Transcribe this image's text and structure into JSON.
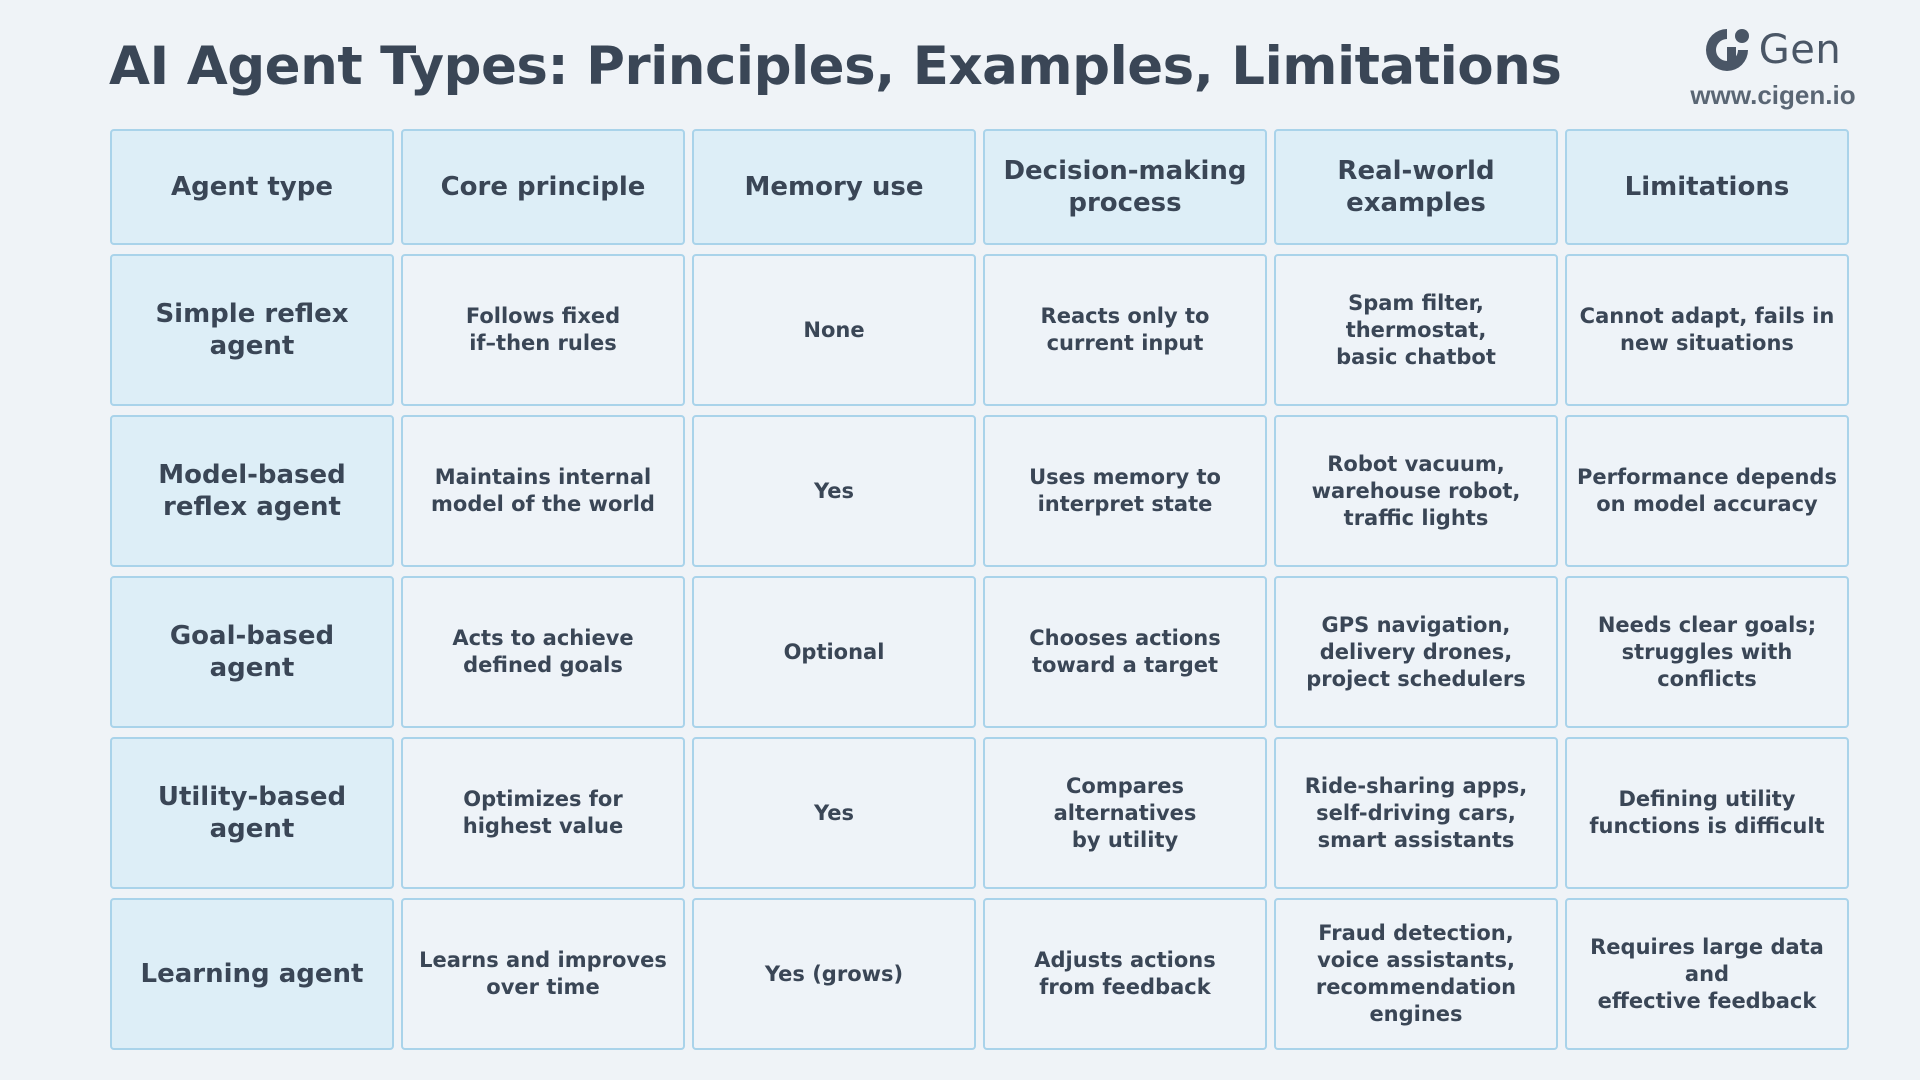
{
  "title": "AI Agent Types: Principles, Examples, Limitations",
  "brand": {
    "logo_text": "Gen",
    "website": "www.cigen.io"
  },
  "colors": {
    "background": "#eff3f7",
    "header_cell": "#ddeef7",
    "cell_border": "#a9d3ea",
    "text": "#3a4656"
  },
  "table": {
    "headers": [
      "Agent type",
      "Core principle",
      "Memory use",
      "Decision-making\nprocess",
      "Real-world\nexamples",
      "Limitations"
    ],
    "rows": [
      [
        "Simple reflex\nagent",
        "Follows fixed\nif–then rules",
        "None",
        "Reacts only to\ncurrent input",
        "Spam filter,\nthermostat,\nbasic chatbot",
        "Cannot adapt, fails in\nnew situations"
      ],
      [
        "Model-based\nreflex agent",
        "Maintains internal\nmodel of the world",
        "Yes",
        "Uses memory to\ninterpret state",
        "Robot vacuum,\nwarehouse robot,\ntraffic lights",
        "Performance depends\non model accuracy"
      ],
      [
        "Goal-based\nagent",
        "Acts to achieve\ndefined goals",
        "Optional",
        "Chooses actions\ntoward a target",
        "GPS navigation,\ndelivery drones,\nproject schedulers",
        "Needs clear goals;\nstruggles with conflicts"
      ],
      [
        "Utility-based\nagent",
        "Optimizes for\nhighest value",
        "Yes",
        "Compares alternatives\nby utility",
        "Ride-sharing apps,\nself-driving cars,\nsmart assistants",
        "Defining utility\nfunctions is difficult"
      ],
      [
        "Learning agent",
        "Learns and improves\nover time",
        "Yes (grows)",
        "Adjusts actions\nfrom feedback",
        "Fraud detection,\nvoice assistants,\nrecommendation\nengines",
        "Requires large data and\neffective feedback"
      ]
    ]
  }
}
